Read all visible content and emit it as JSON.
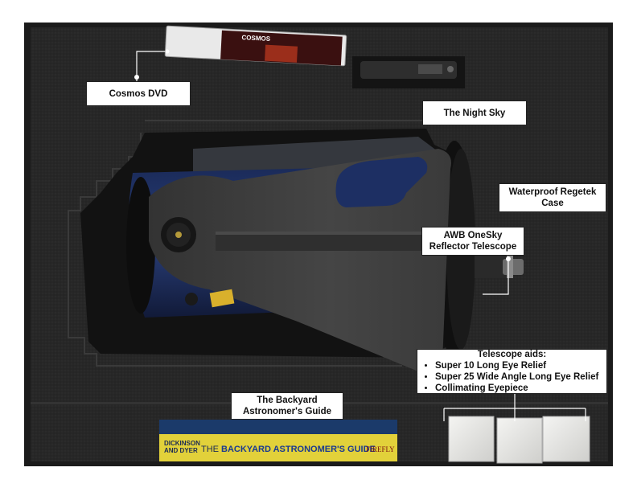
{
  "labels": {
    "cosmos_dvd": "Cosmos DVD",
    "night_sky": "The Night Sky",
    "case_line1": "Waterproof Regetek",
    "case_line2": "Case",
    "telescope_line1": "AWB OneSky",
    "telescope_line2": "Reflector Telescope",
    "aids_heading": "Telescope aids:",
    "aids_items": [
      "Super 10 Long Eye Relief",
      "Super 25 Wide Angle Long Eye Relief",
      "Collimating Eyepiece"
    ],
    "guide_line1": "The Backyard",
    "guide_line2": "Astronomer's Guide"
  },
  "dvd_cover": {
    "title": "COSMOS"
  },
  "book_cover": {
    "authors_line1": "DICKINSON",
    "authors_line2": "AND DYER",
    "title_the": "THE",
    "title_main": "BACKYARD ASTRONOMER'S GUIDE",
    "publisher": "FIREFLY"
  },
  "colors": {
    "foam": "#262626",
    "case_shell": "#1b1b1b",
    "telescope_arm": "#3f3f3f",
    "tube_blue": "#1d2f63",
    "book_yellow": "#e2d13a",
    "label_border": "#222222"
  }
}
